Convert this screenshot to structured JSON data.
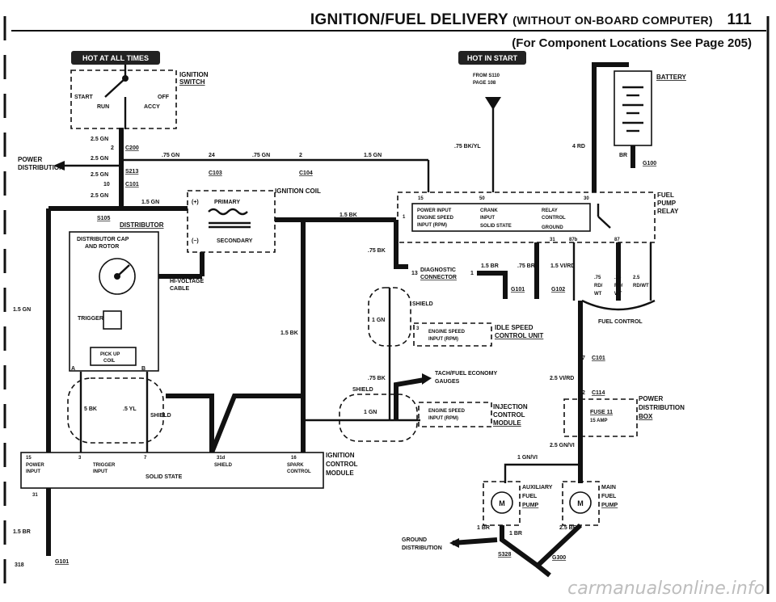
{
  "header": {
    "title": "IGNITION/FUEL DELIVERY",
    "title_sub": "(WITHOUT ON-BOARD COMPUTER)",
    "page_number": "111",
    "subtitle": "(For Component Locations See Page 205)"
  },
  "banners": {
    "hot_at_all_times": "HOT AT ALL TIMES",
    "hot_in_start": "HOT IN START"
  },
  "ignition_switch": {
    "title1": "IGNITION",
    "title2": "SWITCH",
    "start": "START",
    "off": "OFF",
    "run": "RUN",
    "accy": "ACCY"
  },
  "power_distribution_left": {
    "line1": "POWER",
    "line2": "DISTRIBUTION"
  },
  "wire_labels": {
    "w25gn_a": "2.5 GN",
    "w25gn_b": "2.5 GN",
    "w25gn_c": "2.5 GN",
    "w25gn_d": "2.5 GN",
    "w75gn_a": ".75 GN",
    "w75gn_b": ".75 GN",
    "w15gn_a": "1.5 GN",
    "w15gn_b": "1.5 GN",
    "w15bk_a": "1.5 BK",
    "w15bk_b": "1.5 BK",
    "w75bk_a": ".75 BK",
    "w75bk_b": ".75 BK",
    "w75bkyl": ".75 BK/YL",
    "w4rd": "4 RD",
    "wbr": "BR",
    "w15br": "1.5 BR",
    "w75br": ".75 BR",
    "w15vird": "1.5 VI/RD",
    "w25vird": "2.5 VI/RD",
    "w25gnvi": "2.5 GN/VI",
    "w1gnvi": "1 GN/VI",
    "w1gn_a": "1 GN",
    "w1gn_b": "1 GN",
    "w15gn_left": "1.5 GN",
    "w15br_left": "1.5 BR",
    "w1br_a": "1 BR",
    "w1br_b": "1 BR",
    "w25br": "2.5 BR",
    "w5bk": "5 BK",
    "w5yl": ".5 YL",
    "wfuel75a": ".75",
    "wfuel75b": ".75",
    "wfuel25": "2.5",
    "wrd1": "RD/",
    "wrd2": "RD/",
    "wrdwt": "RD/WT",
    "wwt1": "WT",
    "wwt2": "WT"
  },
  "connectors": {
    "c200": "C200",
    "c200_pin": "2",
    "s213": "S213",
    "c101": "C101",
    "c101_pin": "10",
    "c103": "C103",
    "c103_pin": "24",
    "c104": "C104",
    "c104_pin": "2",
    "s105": "S105",
    "g100": "G100",
    "g101": "G101",
    "g102": "G102",
    "c101_r": "C101",
    "c101_r_pin": "7",
    "c114": "C114",
    "c114_pin": "2",
    "s328": "S328",
    "g300": "G300",
    "g101_bottom": "G101",
    "ref318": "318"
  },
  "from_s110": {
    "line1": "FROM S110",
    "line2": "PAGE 108"
  },
  "battery": {
    "label": "BATTERY"
  },
  "ignition_coil": {
    "title": "IGNITION COIL",
    "primary": "PRIMARY",
    "secondary": "SECONDARY",
    "plus": "(+)",
    "minus": "(−)"
  },
  "distributor": {
    "title": "DISTRIBUTOR",
    "cap": "DISTRIBUTOR CAP",
    "rotor": "AND ROTOR",
    "trigger": "TRIGGER",
    "pickup1": "PICK UP",
    "pickup2": "COIL",
    "pin_a": "A",
    "pin_b": "B"
  },
  "hv_cable": {
    "line1": "HI-VOLTAGE",
    "line2": "CABLE"
  },
  "fuel_pump_relay": {
    "title1": "FUEL",
    "title2": "PUMP",
    "title3": "RELAY",
    "power_input": "POWER INPUT",
    "engine_speed": "ENGINE SPEED",
    "input_rpm": "INPUT (RPM)",
    "crank": "CRANK",
    "input": "INPUT",
    "solid_state": "SOLID STATE",
    "relay": "RELAY",
    "control": "CONTROL",
    "ground": "GROUND",
    "pin15": "15",
    "pin50": "50",
    "pin30": "30",
    "pin1": "1",
    "pin31": "31",
    "pin87b": "87b",
    "pin87": "87"
  },
  "diagnostic": {
    "line1": "DIAGNOSTIC",
    "line2": "CONNECTOR",
    "pin13": "13",
    "pin1": "1"
  },
  "shield_labels": {
    "shield_a": "SHIELD",
    "shield_b": "SHIELD",
    "shield_c": "SHIELD"
  },
  "idle_speed": {
    "title1": "IDLE SPEED",
    "title2": "CONTROL UNIT",
    "engine_speed": "ENGINE SPEED",
    "input_rpm": "INPUT (RPM)",
    "pin3": "3"
  },
  "tach": {
    "line1": "TACH/FUEL ECONOMY",
    "line2": "GAUGES"
  },
  "injection": {
    "title1": "INJECTION",
    "title2": "CONTROL",
    "title3": "MODULE",
    "engine_speed": "ENGINE SPEED",
    "input_rpm": "INPUT (RPM)"
  },
  "fuel_control": {
    "label": "FUEL CONTROL"
  },
  "power_distribution_right": {
    "line1": "POWER",
    "line2": "DISTRIBUTION",
    "line3": "BOX",
    "fuse": "FUSE 11",
    "amp": "15 AMP"
  },
  "ignition_control": {
    "title1": "IGNITION",
    "title2": "CONTROL",
    "title3": "MODULE",
    "power_input1": "POWER",
    "power_input2": "INPUT",
    "trigger1": "TRIGGER",
    "trigger2": "INPUT",
    "solid_state": "SOLID STATE",
    "spark1": "SPARK",
    "spark2": "CONTROL",
    "shield": "SHIELD",
    "pin15": "15",
    "pin3": "3",
    "pin7": "7",
    "pin31d": "31d",
    "pin16": "16",
    "pin31": "31"
  },
  "aux_pump": {
    "line1": "AUXILIARY",
    "line2": "FUEL",
    "line3": "PUMP"
  },
  "main_pump": {
    "line1": "MAIN",
    "line2": "FUEL",
    "line3": "PUMP"
  },
  "ground_distribution": {
    "line1": "GROUND",
    "line2": "DISTRIBUTION"
  },
  "motor_symbol": "M",
  "watermark": "carmanualsonline.info"
}
